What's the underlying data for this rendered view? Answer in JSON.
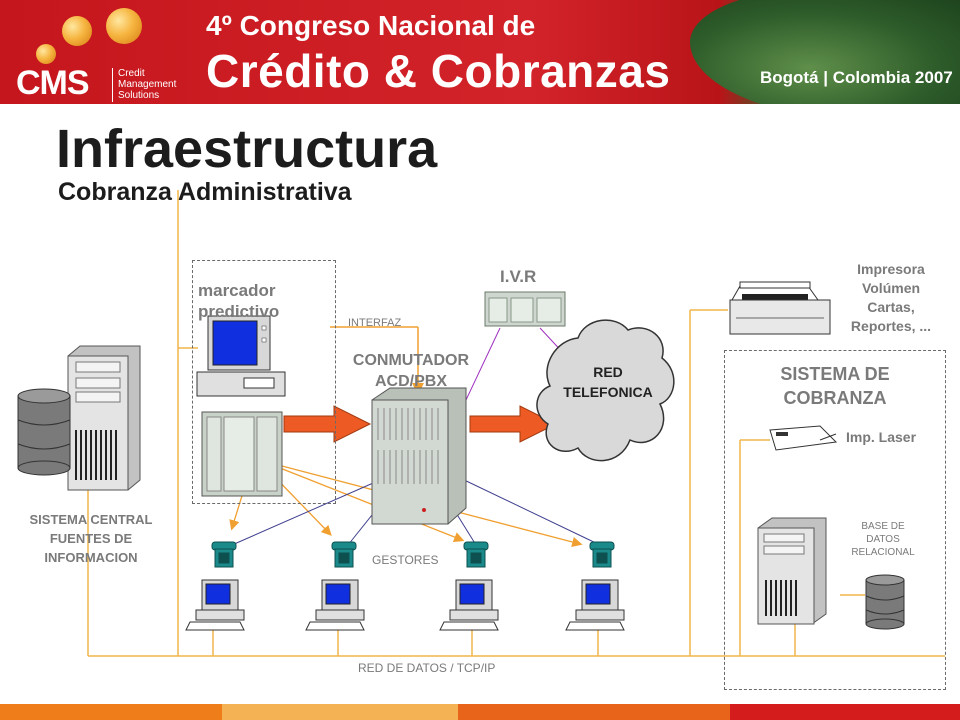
{
  "header": {
    "logo_text": "CMS",
    "logo_subtitle_lines": [
      "Credit",
      "Management",
      "Solutions"
    ],
    "event_line1": "4º Congreso Nacional de",
    "event_line2": "Crédito & Cobranzas",
    "event_location": "Bogotá | Colombia 2007"
  },
  "title": "Infraestructura",
  "subtitle": "Cobranza Administrativa",
  "labels": {
    "marcador": "marcador predictivo",
    "ivr": "I.V.R",
    "interfaz": "INTERFAZ",
    "conmutador_line1": "CONMUTADOR",
    "conmutador_line2": "ACD/PBX",
    "red_telefonica_line1": "RED",
    "red_telefonica_line2": "TELEFONICA",
    "impresora_lines": [
      "Impresora",
      "Volúmen",
      "Cartas,",
      "Reportes, ..."
    ],
    "sistema_cobranza_line1": "SISTEMA DE",
    "sistema_cobranza_line2": "COBRANZA",
    "imp_laser": "Imp. Laser",
    "base_datos_lines": [
      "BASE DE",
      "DATOS",
      "RELACIONAL"
    ],
    "sistema_central_lines": [
      "SISTEMA CENTRAL",
      "FUENTES DE",
      "INFORMACION"
    ],
    "gestores": "GESTORES",
    "red_datos": "RED DE DATOS / TCP/IP"
  },
  "colors": {
    "header_red": "#c4161c",
    "network_line": "#f0b54a",
    "arrow_orange": "#ee5a24",
    "phone_teal": "#1a8a8a",
    "monitor_blue": "#1030e0",
    "purple_link": "#a030c0",
    "navy_link": "#404090"
  }
}
